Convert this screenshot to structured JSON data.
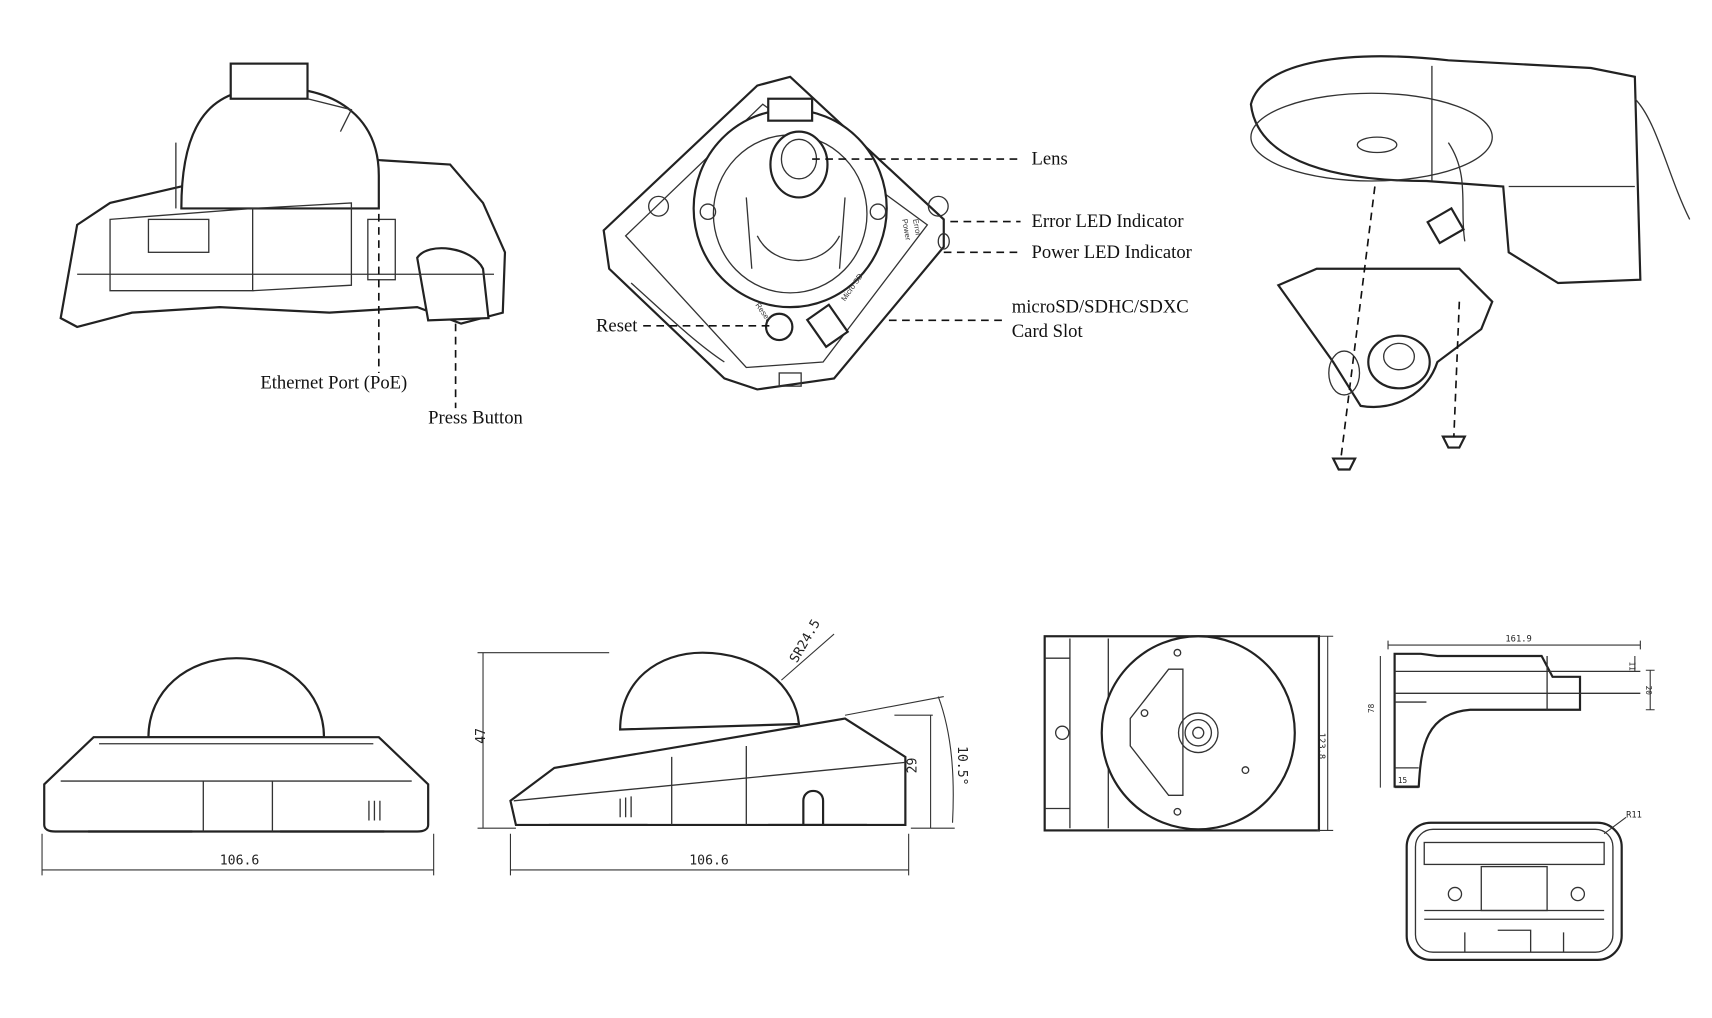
{
  "callouts": {
    "ethernet_port": "Ethernet Port (PoE)",
    "press_button": "Press Button",
    "lens": "Lens",
    "error_led": "Error LED Indicator",
    "power_led": "Power LED Indicator",
    "card_slot_line1": "microSD/SDHC/SDXC",
    "card_slot_line2": "Card Slot",
    "reset": "Reset"
  },
  "device_markings": {
    "error": "Error",
    "power": "Power",
    "micro_sd": "Micro SD",
    "reset": "Reset"
  },
  "dimensions": {
    "front_width": "106.6",
    "side_width": "106.6",
    "side_height": "47",
    "dome_radius": "SR24.5",
    "base_height": "29",
    "tilt_angle": "10.5°",
    "bracket_depth": "123.8",
    "bracket_length": "161.9",
    "bracket_step": "11",
    "bracket_plate": "20",
    "bracket_height": "78",
    "bracket_foot": "15",
    "bracket_corner_radius": "R11"
  }
}
